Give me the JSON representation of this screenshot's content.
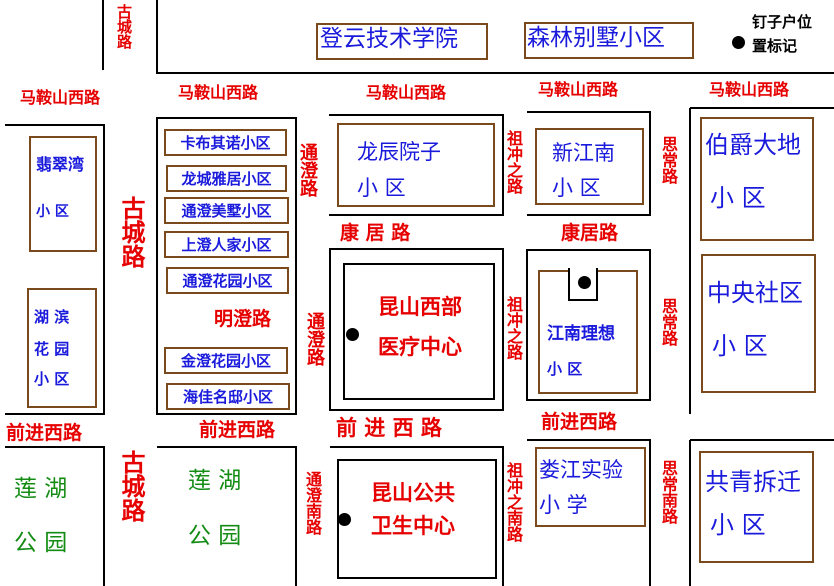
{
  "roads": {
    "gucheng_top": "古城路",
    "maanshan_1": "马鞍山西路",
    "maanshan_2": "马鞍山西路",
    "maanshan_3": "马鞍山西路",
    "maanshan_4": "马鞍山西路",
    "maanshan_5": "马鞍山西路",
    "gucheng_mid": "古城路",
    "gucheng_bottom": "古城路",
    "tongcheng_1": "通澄路",
    "tongcheng_2": "通澄路",
    "tongcheng_south": "通澄南路",
    "kangju_1": "康 居 路",
    "kangju_2": "康居路",
    "mingcheng": "明澄路",
    "qianjin_1": "前进西路",
    "qianjin_2": "前进西路",
    "qianjin_3": "前 进 西 路",
    "qianjin_4": "前进西路",
    "zuchong_1": "祖冲之路",
    "zuchong_2": "祖冲之路",
    "zuchong_south": "祖冲之南路",
    "sichang_1": "思常路",
    "sichang_2": "思常路",
    "sichang_south": "思常南路"
  },
  "places": {
    "dengyun": "登云技术学院",
    "senlin": "森林别墅小区",
    "feicuiwan": "翡翠湾",
    "feicuiwan_sub": "小 区",
    "hubin_1": "湖 滨",
    "hubin_2": "花 园",
    "hubin_3": "小 区",
    "kabuqinuo": "卡布其诺小区",
    "longchengyaju": "龙城雅居小区",
    "tongcheng_meishu": "通澄美墅小区",
    "shangcheng_renjia": "上澄人家小区",
    "tongcheng_huayuan": "通澄花园小区",
    "jincheng_huayuan": "金澄花园小区",
    "haijia_mingdi": "海佳名邸小区",
    "longchen_1": "龙辰院子",
    "longchen_2": "小 区",
    "xinjiangnan_1": "新江南",
    "xinjiangnan_2": "小 区",
    "bojue_1": "伯爵大地",
    "bojue_2": "小 区",
    "kunshan_medical_1": "昆山西部",
    "kunshan_medical_2": "医疗中心",
    "jiangnan_lixiang_1": "江南理想",
    "jiangnan_lixiang_2": "小 区",
    "zhongyang_1": "中央社区",
    "zhongyang_2": "小 区",
    "lianhu_left_1": "莲 湖",
    "lianhu_left_2": "公 园",
    "lianhu_mid_1": "莲 湖",
    "lianhu_mid_2": "公 园",
    "kunshan_health_1": "昆山公共",
    "kunshan_health_2": "卫生中心",
    "loujiang_1": "娄江实验",
    "loujiang_2": "小 学",
    "gongqing_1": "共青拆迁",
    "gongqing_2": "小 区"
  },
  "legend": {
    "line1": "钉子户位",
    "line2": "置标记"
  }
}
